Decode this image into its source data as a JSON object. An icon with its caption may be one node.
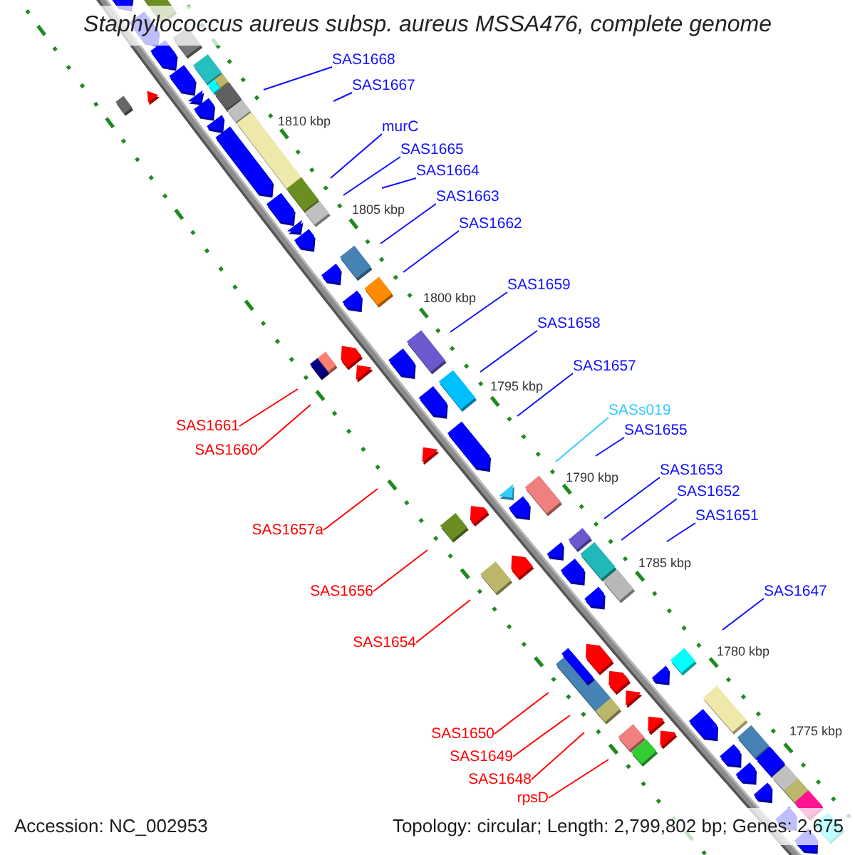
{
  "diagram": {
    "title": "Staphylococcus aureus subsp. aureus MSSA476, complete genome",
    "nodes": [
      {
        "text": [
          "SAS1668"
        ]
      },
      {
        "text": [
          "SAS1667"
        ]
      },
      {
        "text": [
          "murC"
        ]
      },
      {
        "text": [
          "SAS1665"
        ]
      },
      {
        "text": [
          "SAS1664"
        ]
      },
      {
        "text": [
          "SAS1663"
        ]
      },
      {
        "text": [
          "SAS1662"
        ]
      },
      {
        "text": [
          "SAS1659"
        ]
      },
      {
        "text": [
          "SAS1658"
        ]
      },
      {
        "text": [
          "SAS1657"
        ]
      },
      {
        "text": [
          "SASs019"
        ]
      },
      {
        "text": [
          "SAS1661"
        ]
      },
      {
        "text": [
          "SAS1655"
        ]
      },
      {
        "text": [
          "SAS1660"
        ]
      },
      {
        "text": [
          "SAS1653"
        ]
      },
      {
        "text": [
          "SAS1652"
        ]
      },
      {
        "text": [
          "SAS1651"
        ]
      },
      {
        "text": [
          "SAS1657a"
        ]
      },
      {
        "text": [
          "SAS1647"
        ]
      },
      {
        "text": [
          "SAS1656"
        ]
      },
      {
        "text": [
          "SAS1654"
        ]
      },
      {
        "text": [
          "SAS1650"
        ]
      },
      {
        "text": [
          "SAS1649"
        ]
      },
      {
        "text": [
          "SAS1648"
        ]
      },
      {
        "text": [
          "rpsD"
        ]
      }
    ],
    "edges": [
      {
        "from": 0,
        "to": null,
        "arrow": "none"
      },
      {
        "from": 1,
        "to": null,
        "arrow": "none"
      },
      {
        "from": 2,
        "to": null,
        "arrow": "none"
      },
      {
        "from": 3,
        "to": null,
        "arrow": "none"
      },
      {
        "from": 4,
        "to": null,
        "arrow": "none"
      },
      {
        "from": 5,
        "to": null,
        "arrow": "none"
      },
      {
        "from": 6,
        "to": null,
        "arrow": "none"
      },
      {
        "from": 7,
        "to": null,
        "arrow": "none"
      },
      {
        "from": 8,
        "to": null,
        "arrow": "none"
      },
      {
        "from": 9,
        "to": null,
        "arrow": "none"
      },
      {
        "from": 10,
        "to": null,
        "arrow": "none",
        "color": "#33ccff"
      },
      {
        "from": 11,
        "to": null,
        "arrow": "none",
        "color": "#ff0000"
      },
      {
        "from": 12,
        "to": null,
        "arrow": "none"
      },
      {
        "from": 13,
        "to": null,
        "arrow": "none",
        "color": "#ff0000"
      },
      {
        "from": 14,
        "to": null,
        "arrow": "none"
      },
      {
        "from": 15,
        "to": null,
        "arrow": "none"
      },
      {
        "from": 16,
        "to": null,
        "arrow": "none"
      },
      {
        "from": 17,
        "to": null,
        "arrow": "none",
        "color": "#ff0000"
      },
      {
        "from": 18,
        "to": null,
        "arrow": "none"
      },
      {
        "from": 19,
        "to": null,
        "arrow": "none",
        "color": "#ff0000"
      },
      {
        "from": 20,
        "to": null,
        "arrow": "none",
        "color": "#ff0000"
      },
      {
        "from": 21,
        "to": null,
        "arrow": "none",
        "color": "#ff0000"
      },
      {
        "from": 22,
        "to": null,
        "arrow": "none",
        "color": "#ff0000"
      },
      {
        "from": 23,
        "to": null,
        "arrow": "none",
        "color": "#ff0000"
      },
      {
        "from": 24,
        "to": null,
        "arrow": "none",
        "color": "#ff0000"
      }
    ],
    "labels": [
      "1810 kbp",
      "1805 kbp",
      "1800 kbp",
      "1795 kbp",
      "1790 kbp",
      "1785 kbp",
      "1780 kbp",
      "1775 kbp",
      "Accession: NC_002953",
      "Topology: circular; Length: 2,799,802 bp; Genes: 2,675"
    ]
  }
}
